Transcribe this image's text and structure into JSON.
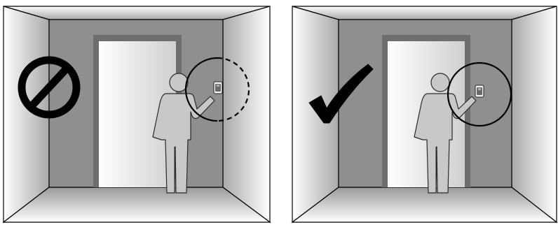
{
  "panels": [
    {
      "verdict": "prohibited",
      "verdict_icon": "no-entry-icon",
      "highlight_circle": "dashed",
      "device_icon": "wall-device-icon",
      "figure_icon": "person-silhouette-icon"
    },
    {
      "verdict": "allowed",
      "verdict_icon": "checkmark-icon",
      "highlight_circle": "solid",
      "device_icon": "wall-device-icon",
      "figure_icon": "person-silhouette-icon"
    }
  ],
  "colors": {
    "outline": "#000000",
    "back_wall": "#8f8f8f",
    "door_frame": "#6f6f6f",
    "door_opening": "#f3f3f3",
    "person": "#c8c8c8",
    "device": "#666666"
  }
}
